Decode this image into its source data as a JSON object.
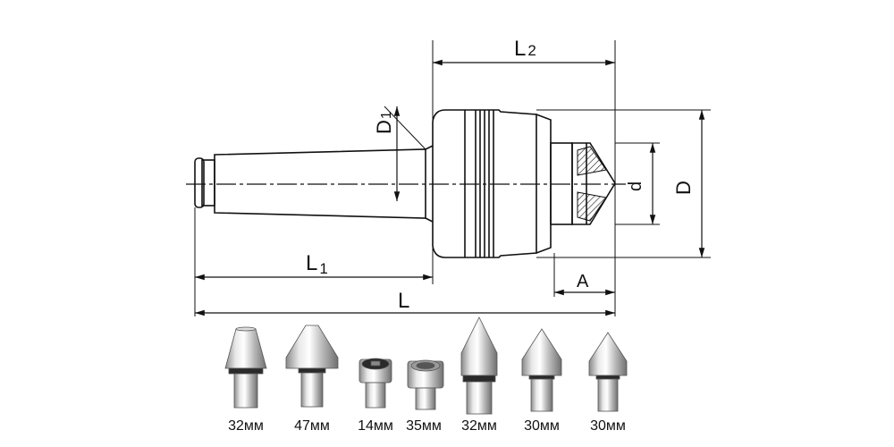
{
  "dimensions": {
    "L2": {
      "main": "L",
      "sub": "2"
    },
    "D1": {
      "main": "D",
      "sub": "1"
    },
    "L1": {
      "main": "L",
      "sub": "1"
    },
    "L": "L",
    "A": "A",
    "d": "d",
    "D": "D"
  },
  "tips": [
    {
      "label": "32мм",
      "icon": "conical-flat-top-tip-icon"
    },
    {
      "label": "47мм",
      "icon": "wide-cone-tip-icon"
    },
    {
      "label": "14мм",
      "icon": "small-cup-tip-icon"
    },
    {
      "label": "35мм",
      "icon": "cup-tip-icon"
    },
    {
      "label": "32мм",
      "icon": "long-point-tip-icon"
    },
    {
      "label": "30мм",
      "icon": "point-tip-icon"
    },
    {
      "label": "30мм",
      "icon": "point-tip-icon"
    }
  ]
}
